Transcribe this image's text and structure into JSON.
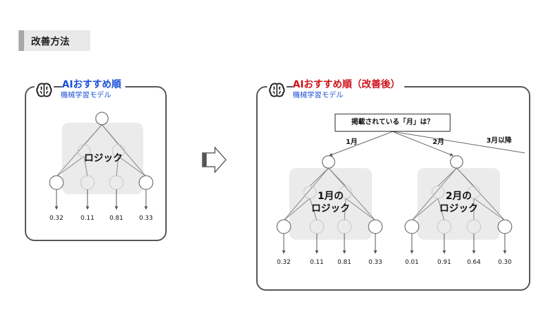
{
  "section": {
    "label": "改善方法"
  },
  "left_panel": {
    "title": "AIおすすめ順",
    "subtitle": "機械学習モデル",
    "logic_label": "ロジック",
    "outputs": [
      "0.32",
      "0.11",
      "0.81",
      "0.33"
    ]
  },
  "right_panel": {
    "title": "AIおすすめ順（改善後）",
    "subtitle": "機械学習モデル",
    "question": "掲載されている「月」は？",
    "branches": [
      "1月",
      "2月",
      "3月以降"
    ],
    "tree1": {
      "logic_label_line1": "1月の",
      "logic_label_line2": "ロジック",
      "outputs": [
        "0.32",
        "0.11",
        "0.81",
        "0.33"
      ]
    },
    "tree2": {
      "logic_label_line1": "2月の",
      "logic_label_line2": "ロジック",
      "outputs": [
        "0.01",
        "0.91",
        "0.64",
        "0.30"
      ]
    }
  },
  "icons": [
    "brain-icon",
    "brain-icon",
    "right-arrow-icon"
  ],
  "colors": {
    "title_left": "#1a4fd6",
    "title_right": "#d0131b",
    "subtitle": "#1a4fd6",
    "logic_box": "#ebebeb"
  }
}
